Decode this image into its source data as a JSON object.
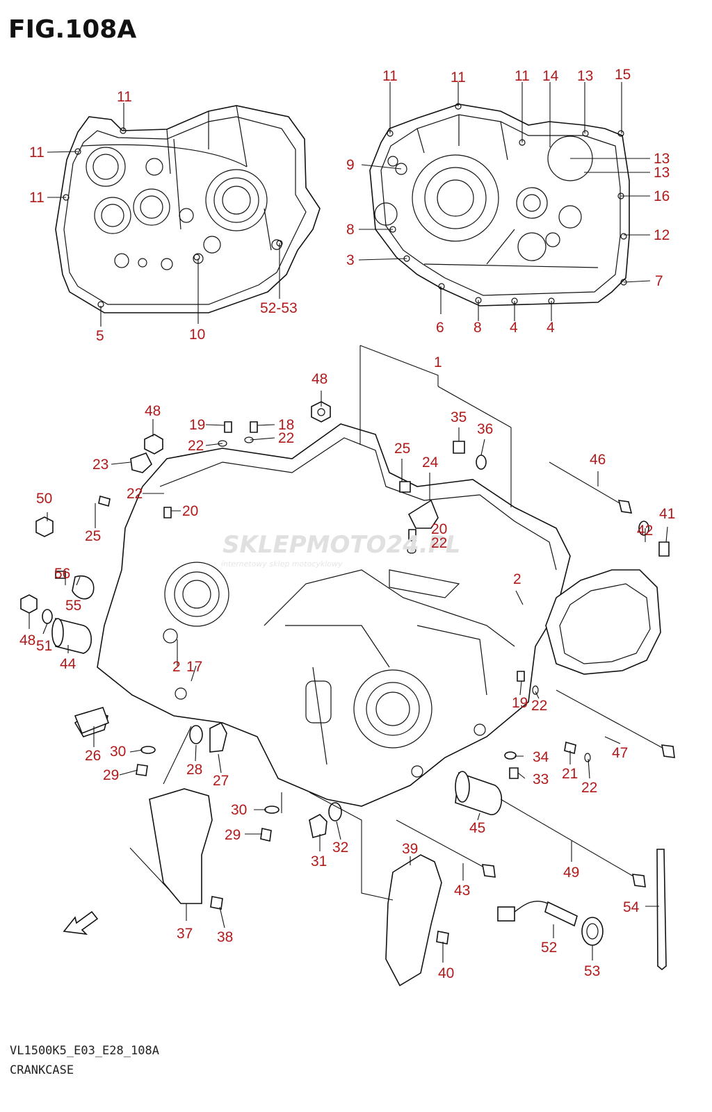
{
  "figure": {
    "title": "FIG.108A",
    "model_code": "VL1500K5_E03_E28_108A",
    "caption": "CRANKCASE"
  },
  "watermark": {
    "brand": "SKLEPMOTO24.PL",
    "tagline": "internetowy sklep motocyklowy"
  },
  "callouts_top_left": [
    "11",
    "11",
    "11",
    "5",
    "10",
    "52-53"
  ],
  "callouts_top_right": [
    "11",
    "11",
    "11",
    "14",
    "13",
    "15",
    "13",
    "13",
    "9",
    "16",
    "8",
    "12",
    "3",
    "7",
    "6",
    "8",
    "4",
    "4"
  ],
  "callouts_main": [
    "1",
    "48",
    "48",
    "19",
    "18",
    "22",
    "22",
    "23",
    "22",
    "20",
    "25",
    "50",
    "56",
    "55",
    "48",
    "51",
    "44",
    "2",
    "17",
    "26",
    "30",
    "29",
    "28",
    "27",
    "37",
    "38",
    "25",
    "24",
    "35",
    "36",
    "20",
    "22",
    "46",
    "41",
    "42",
    "2",
    "19",
    "22",
    "47",
    "34",
    "33",
    "21",
    "22",
    "45",
    "30",
    "29",
    "31",
    "32",
    "39",
    "43",
    "40",
    "49",
    "52",
    "53",
    "54"
  ]
}
